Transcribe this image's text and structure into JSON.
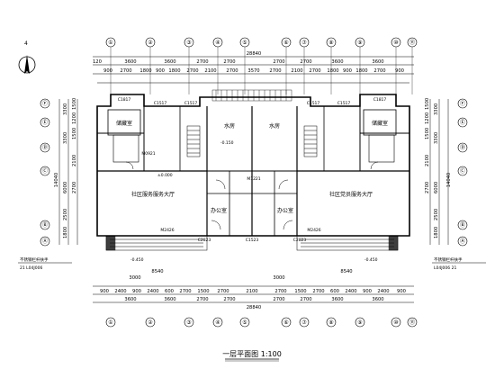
{
  "north_marker": {
    "label": "4"
  },
  "axes": {
    "top": [
      "①",
      "②",
      "③",
      "④",
      "⑤",
      "⑥",
      "⑦",
      "⑧",
      "⑨",
      "⑩",
      "⑪"
    ],
    "bottom": [
      "①",
      "②",
      "③",
      "④",
      "⑤",
      "⑥",
      "⑦",
      "⑧",
      "⑨",
      "⑩",
      "⑪"
    ],
    "left": [
      "Ⓐ",
      "Ⓑ",
      "Ⓒ",
      "Ⓓ",
      "Ⓔ",
      "Ⓕ"
    ],
    "right": [
      "Ⓐ",
      "Ⓑ",
      "Ⓒ",
      "Ⓓ",
      "Ⓔ",
      "Ⓕ"
    ]
  },
  "dimensions": {
    "top_total": "28840",
    "top_overall_side": "120",
    "top_row1": [
      "3600",
      "3600",
      "2700",
      "2700",
      "2700",
      "2700",
      "3600",
      "3600"
    ],
    "top_row2": [
      "900",
      "2700",
      "1800",
      "900",
      "1800",
      "2700",
      "2100",
      "2700",
      "3570",
      "2700",
      "2100",
      "2700",
      "1800",
      "900",
      "1800",
      "2700",
      "900"
    ],
    "bottom_total": "28840",
    "bottom_row1": [
      "3600",
      "3600",
      "2700",
      "2700",
      "2700",
      "2700",
      "3600",
      "3600"
    ],
    "bottom_row2": [
      "900",
      "2400",
      "900",
      "2400",
      "600",
      "2700",
      "1500",
      "2700",
      "2100",
      "2700",
      "1500",
      "2700",
      "600",
      "2400",
      "900",
      "2400",
      "900"
    ],
    "left_total": "14040",
    "left_segments": [
      "1800",
      "2500",
      "6000",
      "2700",
      "2100",
      "3300",
      "1500",
      "1200",
      "3300",
      "1500"
    ],
    "right_total": "14040",
    "right_segments": [
      "1800",
      "2500",
      "6000",
      "2700",
      "2100",
      "3300",
      "1500",
      "1200",
      "3300",
      "1500"
    ],
    "entrance_left": "8540",
    "entrance_right": "8540",
    "entrance_left_small": "3000",
    "entrance_right_small": "3000",
    "level_left": "-0.450",
    "level_right": "-0.450",
    "level_center": "-0.150",
    "level_hall": "±0.000"
  },
  "rooms": {
    "left_storage": "储藏室",
    "right_storage": "储藏室",
    "left_hall": "社区服务服务大厅",
    "right_hall": "社区党员服务大厅",
    "center_left": "水房",
    "center_right": "水房",
    "office_left": "办公室",
    "office_right": "办公室"
  },
  "tags": {
    "window_tl": "C1817",
    "window_tr": "C1817",
    "c1517_a": "C1517",
    "c1517_b": "C1517",
    "c1517_c": "C1517",
    "c1517_d": "C1517",
    "m0921": "M0921",
    "m2426_l": "M2426",
    "m2426_r": "M2426",
    "c2823_l": "C2823",
    "c2823_r": "C2823",
    "c1523": "C1523",
    "m1221": "M1221"
  },
  "details": {
    "left_ref": "21 L04J006",
    "right_ref": "L04J006 21",
    "left_note": "不锈钢栏杆扶手",
    "right_note": "不锈钢栏杆扶手"
  },
  "title": "一层平面图 1:100"
}
